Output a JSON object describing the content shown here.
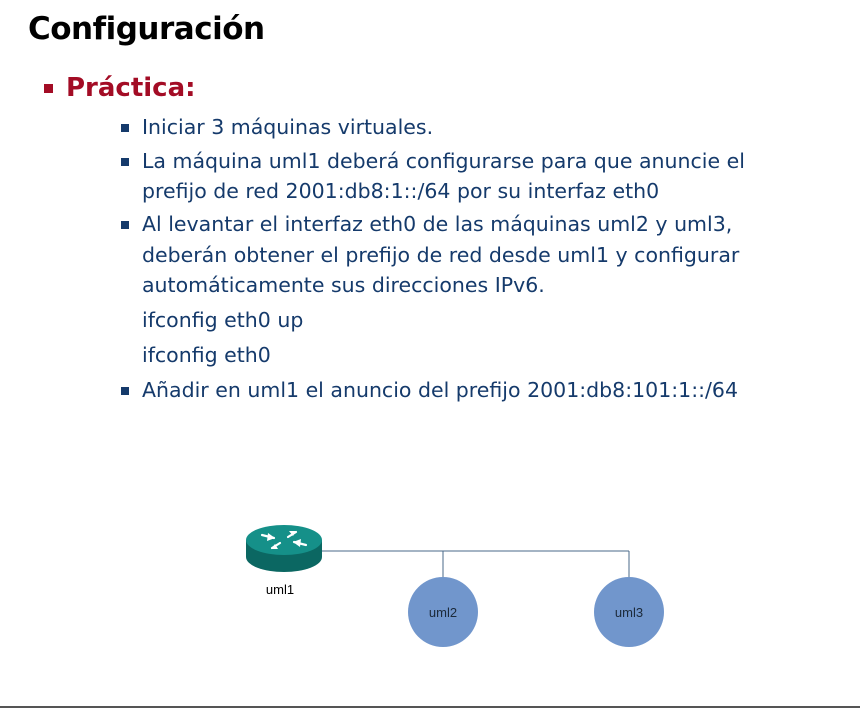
{
  "slide": {
    "title": "Configuración",
    "section": "Práctica:",
    "items": [
      {
        "lines": [
          "Iniciar 3 máquinas virtuales."
        ]
      },
      {
        "lines": [
          "La máquina uml1 deberá configurarse para que anuncie el",
          "prefijo de red 2001:db8:1::/64 por su interfaz eth0"
        ]
      },
      {
        "lines": [
          "Al levantar el interfaz eth0 de las máquinas uml2 y uml3,",
          "deberán obtener el prefijo de red desde uml1 y configurar",
          "automáticamente sus direcciones IPv6."
        ]
      },
      {
        "lines": [
          "Añadir en uml1 el anuncio del prefijo 2001:db8:101:1::/64"
        ]
      }
    ],
    "commands": [
      "ifconfig eth0 up",
      "ifconfig eth0"
    ]
  },
  "diagram": {
    "router_label": "uml1",
    "nodes": [
      "uml2",
      "uml3"
    ],
    "router_icon": "router-icon",
    "colors": {
      "router": "#0d7a73",
      "host": "#7196cc",
      "line": "#4a6a8a"
    }
  }
}
